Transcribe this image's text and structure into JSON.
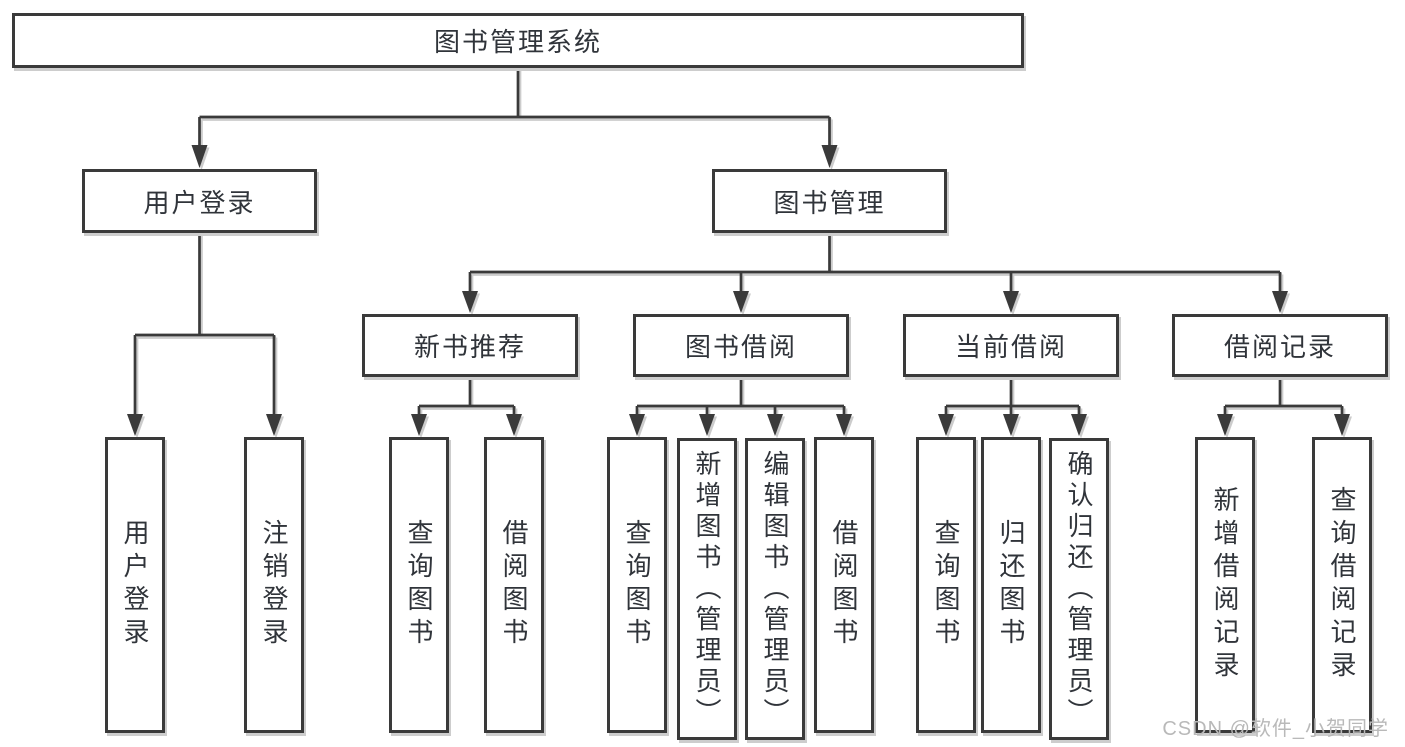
{
  "colors": {
    "line": "#3a3a3a",
    "box_border": "#3a3a3a",
    "shadow": "#cdcdcd",
    "text": "#30343a",
    "watermark": "#b9b9b9"
  },
  "tree": {
    "root": {
      "label": "图书管理系统"
    },
    "user_login": {
      "label": "用户登录",
      "children": [
        "用户登录",
        "注销登录"
      ]
    },
    "book_mgmt": {
      "label": "图书管理",
      "sections": [
        {
          "label": "新书推荐",
          "children": [
            "查询图书",
            "借阅图书"
          ]
        },
        {
          "label": "图书借阅",
          "children": [
            "查询图书",
            "新增图书（管理员）",
            "编辑图书（管理员）",
            "借阅图书"
          ]
        },
        {
          "label": "当前借阅",
          "children": [
            "查询图书",
            "归还图书",
            "确认归还（管理员）"
          ]
        },
        {
          "label": "借阅记录",
          "children": [
            "新增借阅记录",
            "查询借阅记录"
          ]
        }
      ]
    }
  },
  "watermark": {
    "text": "CSDN @软件_小贺同学"
  }
}
